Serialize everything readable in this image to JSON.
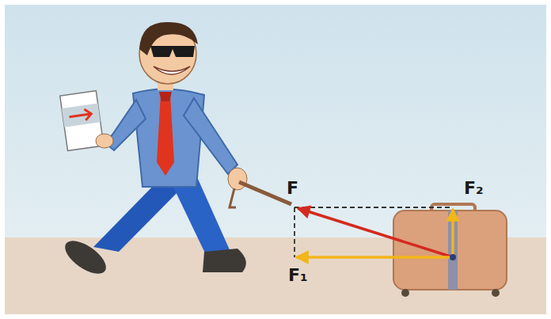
{
  "diagram": {
    "labels": [
      "F",
      "F₂",
      "F₁"
    ]
  }
}
